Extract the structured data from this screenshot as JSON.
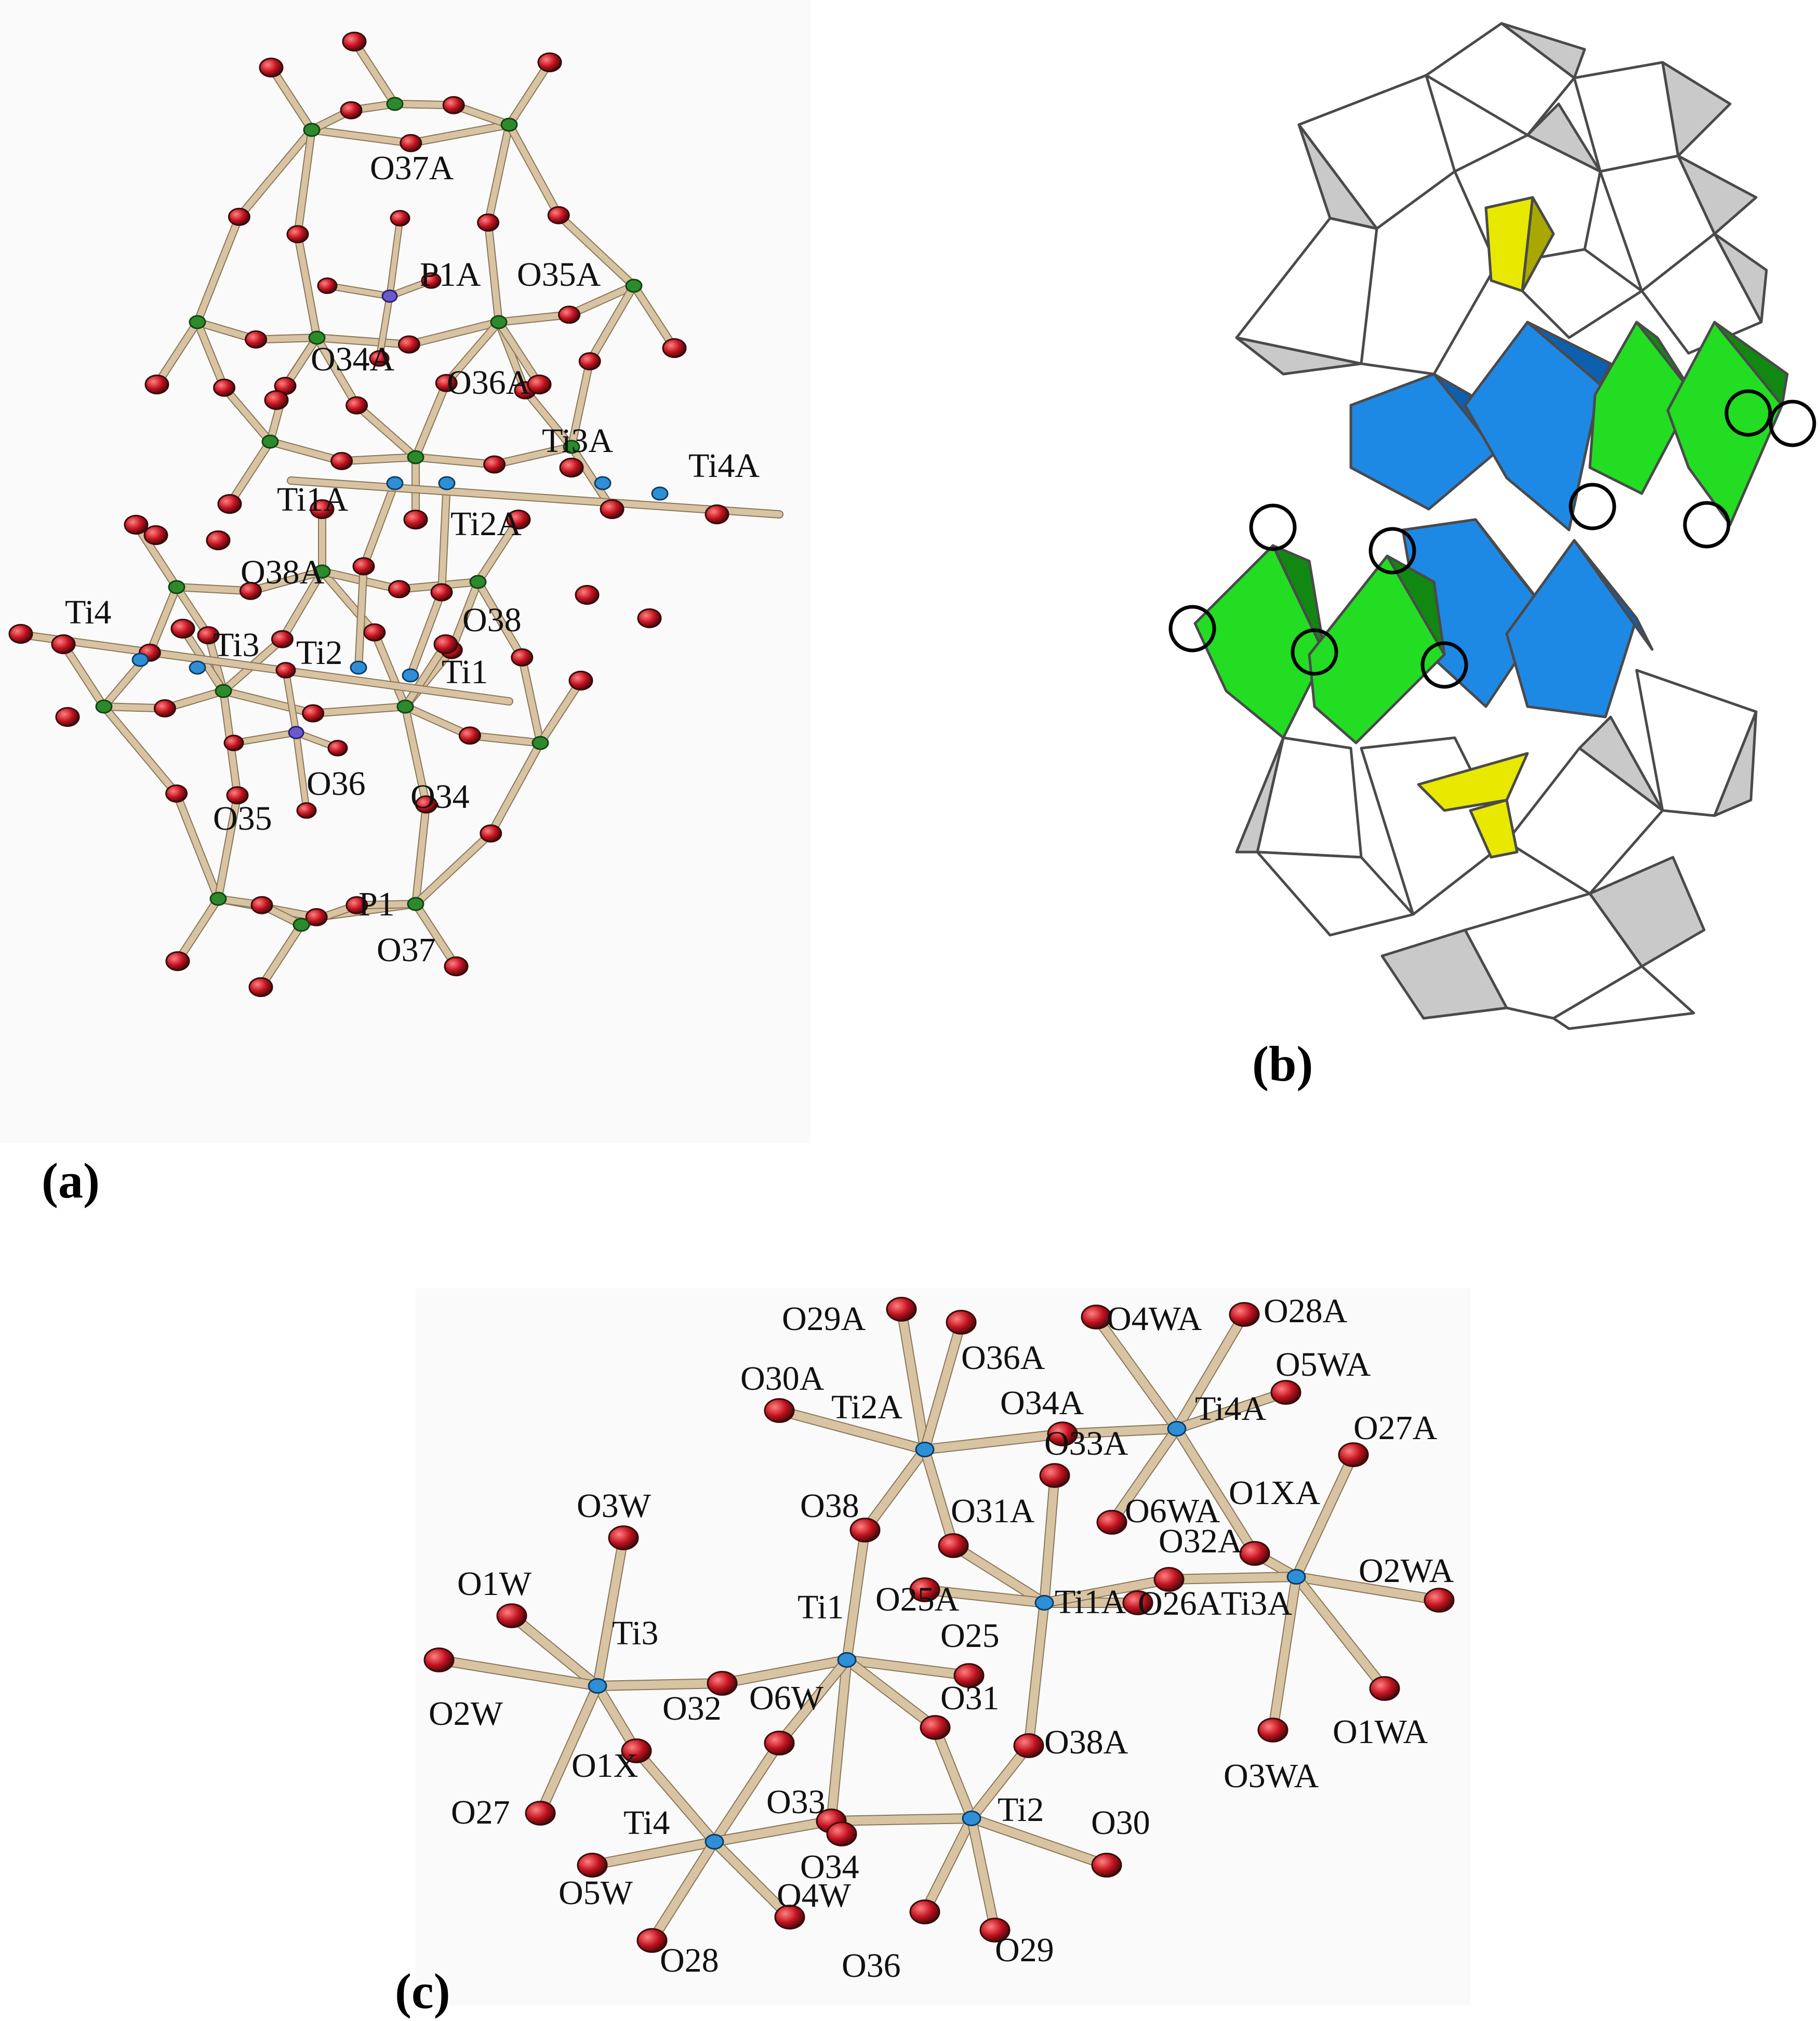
{
  "panels": [
    {
      "id": "a",
      "label": "(a)"
    },
    {
      "id": "b",
      "label": "(b)"
    },
    {
      "id": "c",
      "label": "(c)"
    }
  ],
  "panel_a_labels": [
    "O37A",
    "P1A",
    "O35A",
    "O34A",
    "O36A",
    "Ti3A",
    "Ti4A",
    "Ti1A",
    "Ti2A",
    "O38A",
    "O38",
    "Ti4",
    "Ti3",
    "Ti2",
    "Ti1",
    "O36",
    "O35",
    "O34",
    "P1",
    "O37"
  ],
  "panel_c_labels": [
    "O29A",
    "O36A",
    "O4WA",
    "O28A",
    "O5WA",
    "O30A",
    "Ti2A",
    "O34A",
    "Ti4A",
    "O27A",
    "O33A",
    "O1XA",
    "O38",
    "O31A",
    "O6WA",
    "O3W",
    "O32A",
    "O2WA",
    "O1W",
    "Ti1",
    "O25A",
    "Ti1A",
    "O26A",
    "Ti3A",
    "Ti3",
    "O25",
    "O2W",
    "O32",
    "O6W",
    "O31",
    "O38A",
    "O1WA",
    "O1X",
    "O3WA",
    "O27",
    "O33",
    "Ti4",
    "Ti2",
    "O30",
    "O34",
    "O5W",
    "O4W",
    "O28",
    "O36",
    "O29"
  ],
  "colors": {
    "bond": "#d8c3a2",
    "bond_edge": "#8a7658",
    "oxygen": "#c1121f",
    "oxygen_shadow": "#3a0a0a",
    "tungsten": "#2c8a2c",
    "titanium": "#2f8fd6",
    "phosphorus": "#6a5acd",
    "polyhedron_white": "#ffffff",
    "polyhedron_grey": "#c9c9c9",
    "polyhedron_blue": "#1e88e5",
    "polyhedron_blue_dark": "#0d5fb0",
    "polyhedron_green": "#22dd22",
    "polyhedron_green_dark": "#118811",
    "polyhedron_yellow": "#e8e800",
    "panel_background": "#fafafa"
  }
}
